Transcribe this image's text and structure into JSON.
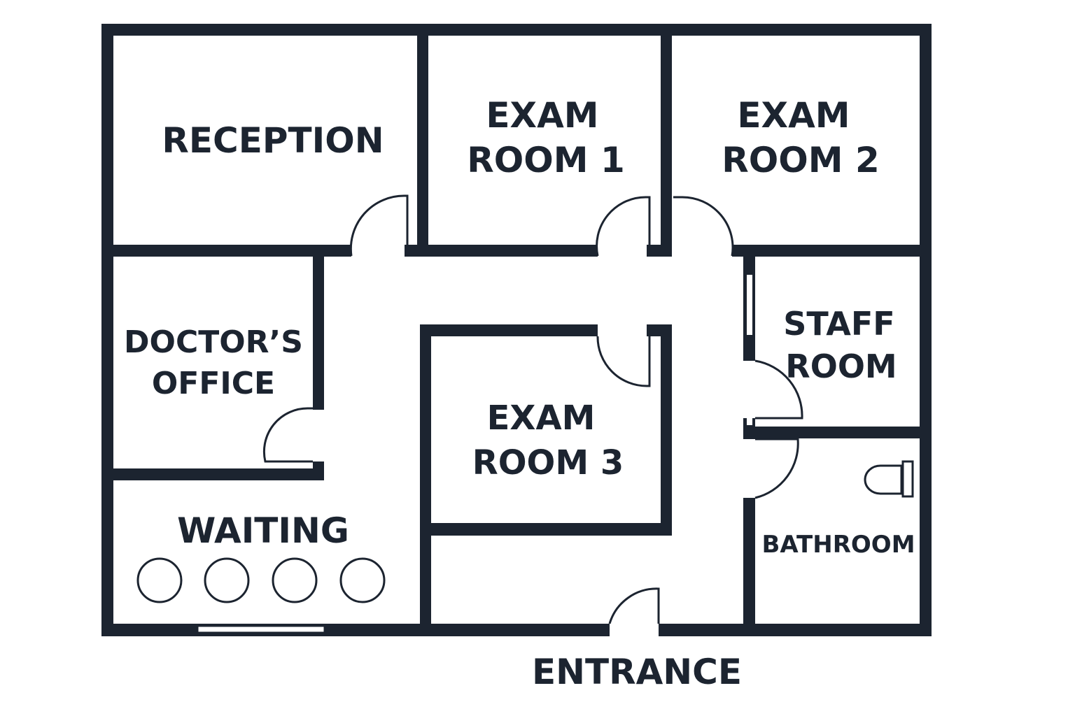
{
  "colors": {
    "wall": "#1c2430",
    "background": "#ffffff"
  },
  "rooms": {
    "reception": "RECEPTION",
    "exam_room_1": [
      "EXAM",
      "ROOM 1"
    ],
    "exam_room_2": [
      "EXAM",
      "ROOM 2"
    ],
    "doctors_office": [
      "DOCTOR’S",
      "OFFICE"
    ],
    "staff_room": [
      "STAFF",
      "ROOM"
    ],
    "exam_room_3": [
      "EXAM",
      "ROOM 3"
    ],
    "waiting": "WAITING",
    "bathroom": "BATHROOM"
  },
  "entrance_label": "ENTRANCE",
  "waiting_chairs": 4
}
